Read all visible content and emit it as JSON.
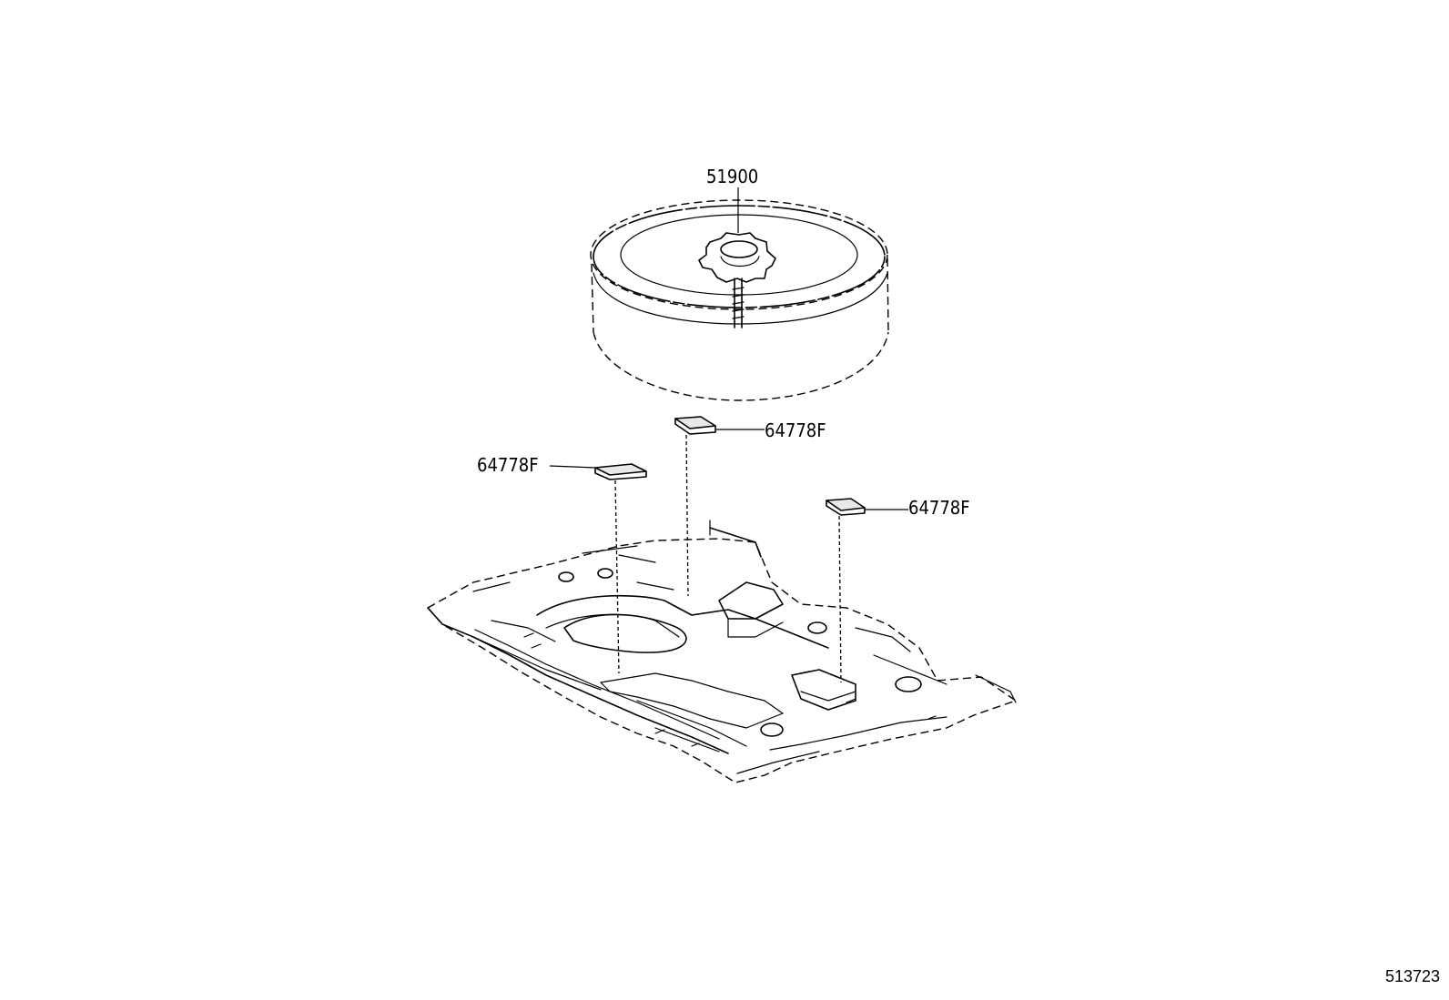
{
  "callouts": {
    "spare_tire": "51900",
    "pad_center": "64778F",
    "pad_left": "64778F",
    "pad_right": "64778F"
  },
  "illustration_number": "513723"
}
